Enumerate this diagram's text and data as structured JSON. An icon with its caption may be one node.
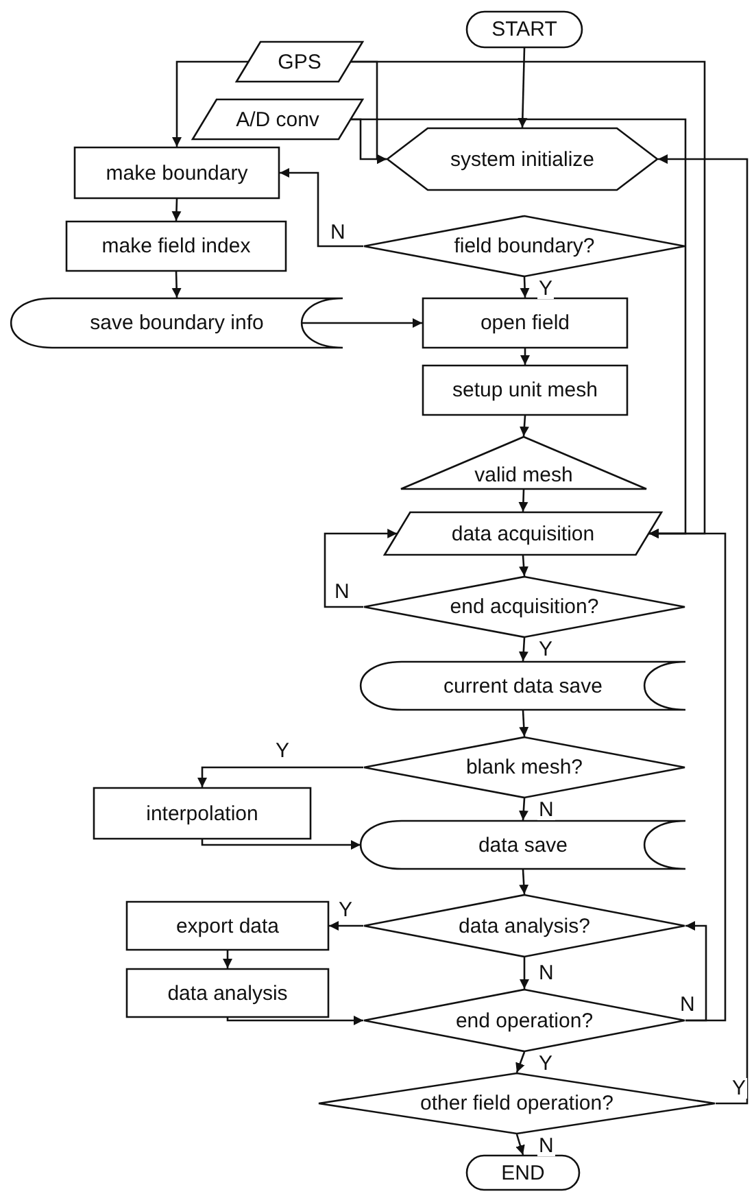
{
  "diagram": {
    "nodes": [
      {
        "text": [
          "START"
        ]
      },
      {
        "text": [
          "GPS"
        ]
      },
      {
        "text": [
          "A/D conv"
        ]
      },
      {
        "text": [
          "system initialize"
        ]
      },
      {
        "text": [
          "make boundary"
        ]
      },
      {
        "text": [
          "field boundary?"
        ]
      },
      {
        "text": [
          "make field index"
        ]
      },
      {
        "text": [
          "save boundary info"
        ]
      },
      {
        "text": [
          "open field"
        ]
      },
      {
        "text": [
          "setup unit mesh"
        ]
      },
      {
        "text": [
          "valid mesh"
        ]
      },
      {
        "text": [
          "data acquisition"
        ]
      },
      {
        "text": [
          "end acquisition?"
        ]
      },
      {
        "text": [
          "current data save"
        ]
      },
      {
        "text": [
          "blank mesh?"
        ]
      },
      {
        "text": [
          "interpolation"
        ]
      },
      {
        "text": [
          "data save"
        ]
      },
      {
        "text": [
          "export data"
        ]
      },
      {
        "text": [
          "data analysis?"
        ]
      },
      {
        "text": [
          "data analysis"
        ]
      },
      {
        "text": [
          "end operation?"
        ]
      },
      {
        "text": [
          "other field operation?"
        ]
      },
      {
        "text": [
          "END"
        ]
      }
    ],
    "edges": [
      {
        "from": 0,
        "to": 3,
        "arrow": "to"
      },
      {
        "from": 1,
        "to": 4,
        "arrow": "to"
      },
      {
        "from": 1,
        "to": 3,
        "arrow": "to"
      },
      {
        "from": 1,
        "to": 11,
        "arrow": "to"
      },
      {
        "from": 2,
        "to": 3,
        "arrow": "to"
      },
      {
        "from": 2,
        "to": 11,
        "arrow": "to"
      },
      {
        "from": 5,
        "to": 4,
        "arrow": "to",
        "label": "N"
      },
      {
        "from": 5,
        "to": 8,
        "arrow": "to",
        "label": "Y"
      },
      {
        "from": 4,
        "to": 6,
        "arrow": "to"
      },
      {
        "from": 6,
        "to": 7,
        "arrow": "to"
      },
      {
        "from": 7,
        "to": 8,
        "arrow": "to"
      },
      {
        "from": 8,
        "to": 9,
        "arrow": "to"
      },
      {
        "from": 9,
        "to": 10,
        "arrow": "to"
      },
      {
        "from": 10,
        "to": 11,
        "arrow": "to"
      },
      {
        "from": 11,
        "to": 12,
        "arrow": "to"
      },
      {
        "from": 12,
        "to": 11,
        "arrow": "to",
        "label": "N"
      },
      {
        "from": 12,
        "to": 13,
        "arrow": "to",
        "label": "Y"
      },
      {
        "from": 13,
        "to": 14,
        "arrow": "to"
      },
      {
        "from": 14,
        "to": 15,
        "arrow": "to",
        "label": "Y"
      },
      {
        "from": 14,
        "to": 16,
        "arrow": "to",
        "label": "N"
      },
      {
        "from": 15,
        "to": 16,
        "arrow": "to"
      },
      {
        "from": 16,
        "to": 18,
        "arrow": "to"
      },
      {
        "from": 18,
        "to": 17,
        "arrow": "to",
        "label": "Y"
      },
      {
        "from": 18,
        "to": 20,
        "arrow": "to",
        "label": "N"
      },
      {
        "from": 17,
        "to": 19,
        "arrow": "to"
      },
      {
        "from": 19,
        "to": 20,
        "arrow": "to"
      },
      {
        "from": 20,
        "to": 18,
        "arrow": "to",
        "label": "N"
      },
      {
        "from": 20,
        "to": 11,
        "arrow": "to"
      },
      {
        "from": 20,
        "to": 21,
        "arrow": "to",
        "label": "Y"
      },
      {
        "from": 21,
        "to": 3,
        "arrow": "to",
        "label": "Y"
      },
      {
        "from": 21,
        "to": 22,
        "arrow": "to",
        "label": "N"
      }
    ]
  }
}
